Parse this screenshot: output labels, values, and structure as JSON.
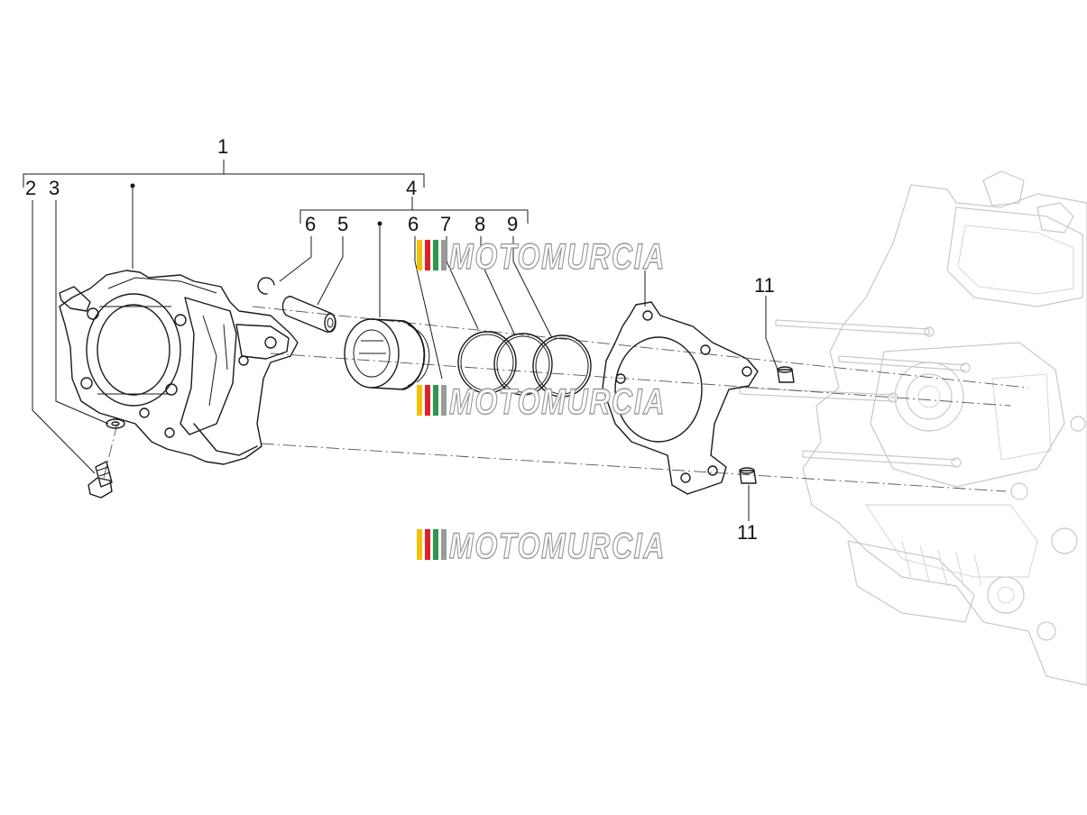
{
  "callouts": {
    "c1": "1",
    "c2": "2",
    "c3": "3",
    "c4": "4",
    "c5": "5",
    "c6a": "6",
    "c6b": "6",
    "c7": "7",
    "c8": "8",
    "c9": "9",
    "c11a": "11",
    "c11b": "11"
  },
  "watermark": {
    "text": "MOTOMURCIA",
    "stripe_colors": [
      "#f2c200",
      "#e0202a",
      "#2a9a4a",
      "#9a9a9a"
    ]
  },
  "colors": {
    "line": "#1a1a1a",
    "engine_ghost": "#c8c8c8"
  }
}
